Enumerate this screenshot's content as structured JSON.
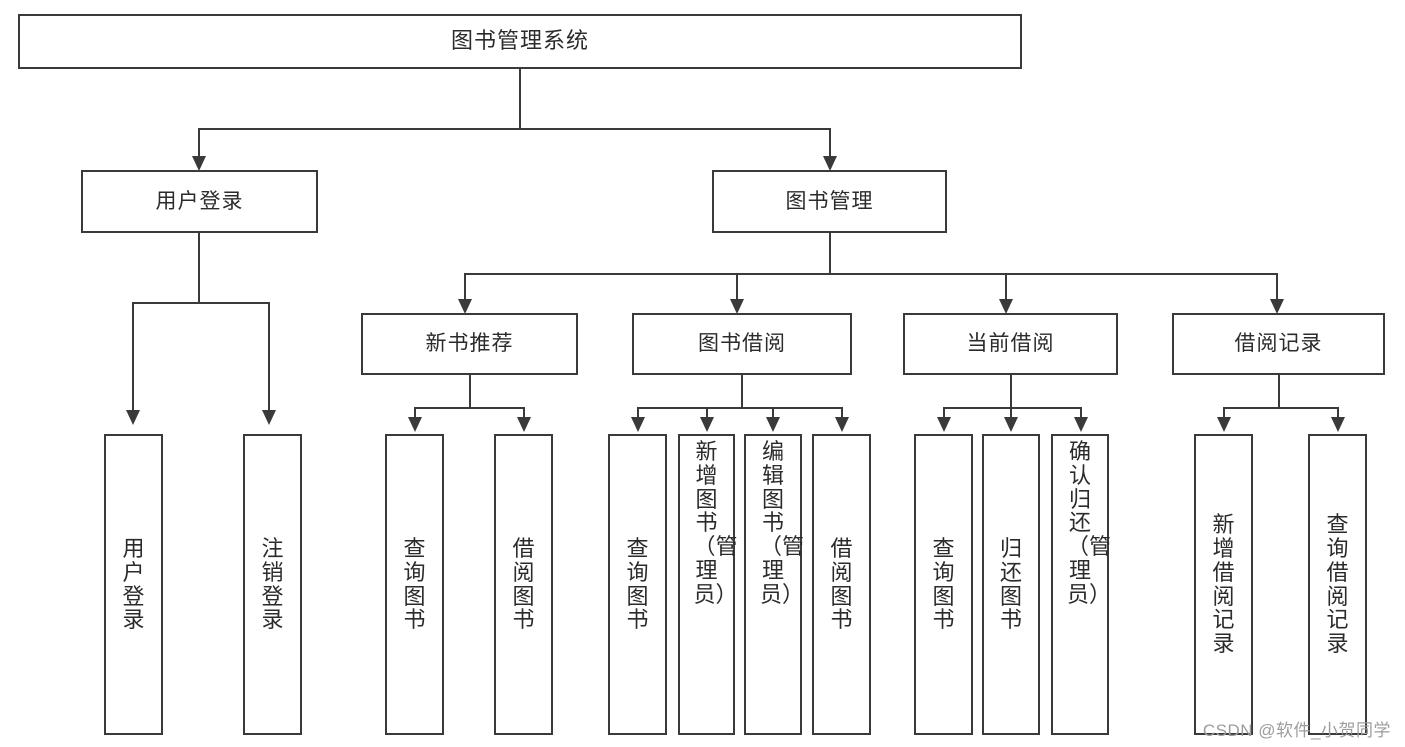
{
  "diagram": {
    "title": "图书管理系统",
    "type": "tree",
    "root": {
      "id": "root",
      "label": "图书管理系统"
    },
    "level2": [
      {
        "id": "user-login",
        "label": "用户登录"
      },
      {
        "id": "book-manage",
        "label": "图书管理"
      }
    ],
    "level3": [
      {
        "id": "new-rec",
        "label": "新书推荐",
        "parent": "book-manage"
      },
      {
        "id": "borrow",
        "label": "图书借阅",
        "parent": "book-manage"
      },
      {
        "id": "current",
        "label": "当前借阅",
        "parent": "book-manage"
      },
      {
        "id": "record",
        "label": "借阅记录",
        "parent": "book-manage"
      }
    ],
    "leaves": [
      {
        "id": "leaf-user-login",
        "label": "用户登录",
        "parent": "user-login"
      },
      {
        "id": "leaf-user-logout",
        "label": "注销登录",
        "parent": "user-login"
      },
      {
        "id": "leaf-nr-query",
        "label": "查询图书",
        "parent": "new-rec"
      },
      {
        "id": "leaf-nr-borrow",
        "label": "借阅图书",
        "parent": "new-rec"
      },
      {
        "id": "leaf-bw-query",
        "label": "查询图书",
        "parent": "borrow"
      },
      {
        "id": "leaf-bw-add",
        "label": "新增图书（管理员）",
        "parent": "borrow"
      },
      {
        "id": "leaf-bw-edit",
        "label": "编辑图书（管理员）",
        "parent": "borrow"
      },
      {
        "id": "leaf-bw-borrow",
        "label": "借阅图书",
        "parent": "borrow"
      },
      {
        "id": "leaf-cur-query",
        "label": "查询图书",
        "parent": "current"
      },
      {
        "id": "leaf-cur-return",
        "label": "归还图书",
        "parent": "current"
      },
      {
        "id": "leaf-cur-confirm",
        "label": "确认归还（管理员）",
        "parent": "current"
      },
      {
        "id": "leaf-rec-add",
        "label": "新增借阅记录",
        "parent": "record"
      },
      {
        "id": "leaf-rec-query",
        "label": "查询借阅记录",
        "parent": "record"
      }
    ]
  },
  "watermark": {
    "text": "CSDN @软件_小贺同学"
  },
  "colors": {
    "stroke": "#3a3a3a",
    "text": "#2b2b2b",
    "background": "#ffffff",
    "watermark": "#9d9d9d"
  }
}
